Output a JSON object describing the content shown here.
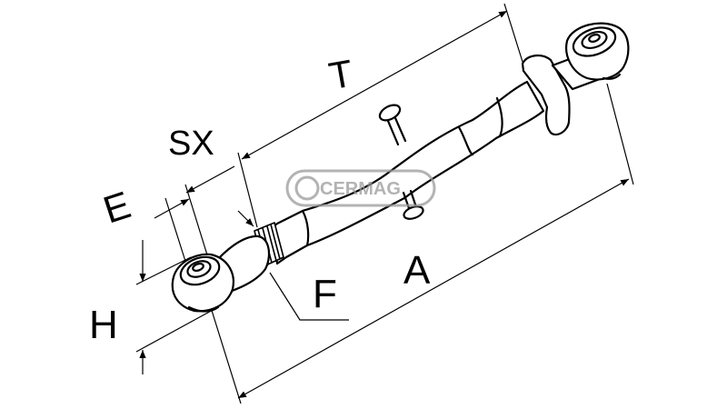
{
  "labels": {
    "T": "T",
    "SX": "SX",
    "E": "E",
    "H": "H",
    "F": "F",
    "A": "A"
  },
  "watermark": {
    "text": "CERMAG",
    "color": "#9a9a9a"
  },
  "colors": {
    "line": "#000000",
    "background": "#ffffff"
  }
}
